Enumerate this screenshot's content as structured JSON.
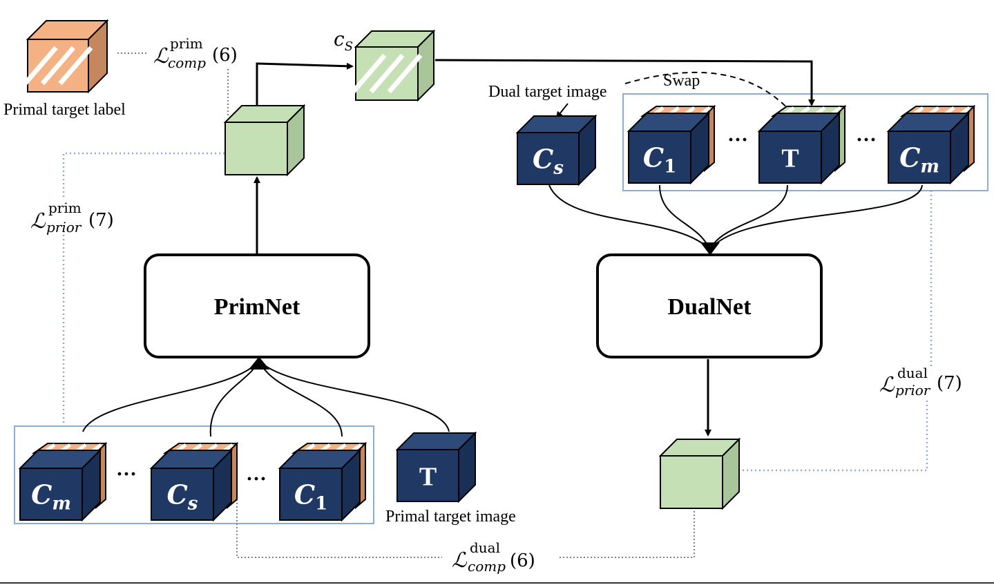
{
  "labels": {
    "primal_target_label": "Primal target label",
    "primal_target_image": "Primal target image",
    "dual_target_image": "Dual target image",
    "swap": "Swap",
    "cs_top": "c",
    "cs_top_sub": "S"
  },
  "boxes": {
    "primnet": "PrimNet",
    "dualnet": "DualNet"
  },
  "losses": {
    "comp_prim": {
      "symbol": "ℒ",
      "sup": "prim",
      "sub": "comp",
      "eq": "(6)"
    },
    "prior_prim": {
      "symbol": "ℒ",
      "sup": "prim",
      "sub": "prior",
      "eq": "(7)"
    },
    "prior_dual": {
      "symbol": "ℒ",
      "sup": "dual",
      "sub": "prior",
      "eq": "(7)"
    },
    "comp_dual": {
      "symbol": "ℒ",
      "sup": "dual",
      "sub": "comp",
      "eq": " (6)"
    }
  },
  "cubes": {
    "dual_cs": {
      "main": "C",
      "sub": "s"
    },
    "dual_c1": {
      "main": "C",
      "sub": "1"
    },
    "dual_t": {
      "main": "T"
    },
    "dual_cm": {
      "main": "C",
      "sub": "m"
    },
    "prim_cm": {
      "main": "C",
      "sub": "m"
    },
    "prim_cs": {
      "main": "C",
      "sub": "s"
    },
    "prim_c1": {
      "main": "C",
      "sub": "1"
    },
    "prim_t": {
      "main": "T"
    }
  },
  "ellipsis": "···",
  "colors": {
    "navy": "#1F3864",
    "navy_top": "#2E4A78",
    "green": "#C5E0B4",
    "green_dark": "#A9C69A",
    "orange": "#F4B183",
    "orange_dark": "#C5875E",
    "group_border": "#8EA9DB",
    "dotted_gray": "#7F7F7F",
    "dotted_blue": "#8EA9DB"
  }
}
